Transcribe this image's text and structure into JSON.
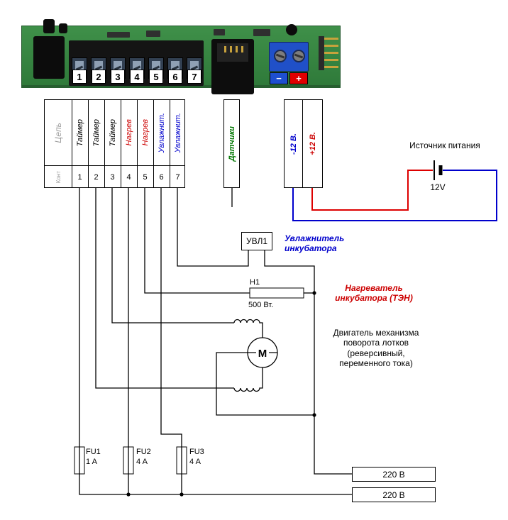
{
  "board": {
    "terminal_numbers": [
      "1",
      "2",
      "3",
      "4",
      "5",
      "6",
      "7"
    ],
    "minus_label": "−",
    "plus_label": "+"
  },
  "legend": {
    "circuit_header": "Цепь",
    "contact_header": "Конт",
    "columns": [
      {
        "num": "1",
        "label": "Таймер"
      },
      {
        "num": "2",
        "label": "Таймер"
      },
      {
        "num": "3",
        "label": "Таймер"
      },
      {
        "num": "4",
        "label": "Нагрев"
      },
      {
        "num": "5",
        "label": "Нагрев"
      },
      {
        "num": "6",
        "label": "Увлажнит."
      },
      {
        "num": "7",
        "label": "Увлажнит."
      }
    ],
    "sensors_label": "Датчики",
    "minus12_label": "-12 В.",
    "plus12_label": "+12 В."
  },
  "power_supply": {
    "title": "Источник питания",
    "voltage": "12V"
  },
  "humidifier": {
    "box_label": "УВЛ1",
    "caption": "Увлажнитель\nинкубатора"
  },
  "heater": {
    "designator": "H1",
    "power": "500 Вт.",
    "caption": "Нагреватель\nинкубатора (ТЭН)"
  },
  "motor": {
    "symbol": "M",
    "caption": "Двигатель механизма\nповорота лотков\n(реверсивный,\nпеременного тока)"
  },
  "fuses": [
    {
      "name": "FU1",
      "rating": "1 A"
    },
    {
      "name": "FU2",
      "rating": "4 A"
    },
    {
      "name": "FU3",
      "rating": "4 A"
    }
  ],
  "mains": {
    "outlet1": "220 В",
    "outlet2": "220 В"
  },
  "colors": {
    "heater_red": "#cc0000",
    "humidifier_blue": "#0000cc",
    "sensors_green": "#007700",
    "wire_red": "#dd0000",
    "wire_blue": "#0000cc",
    "pcb_green": "#3f9049"
  }
}
